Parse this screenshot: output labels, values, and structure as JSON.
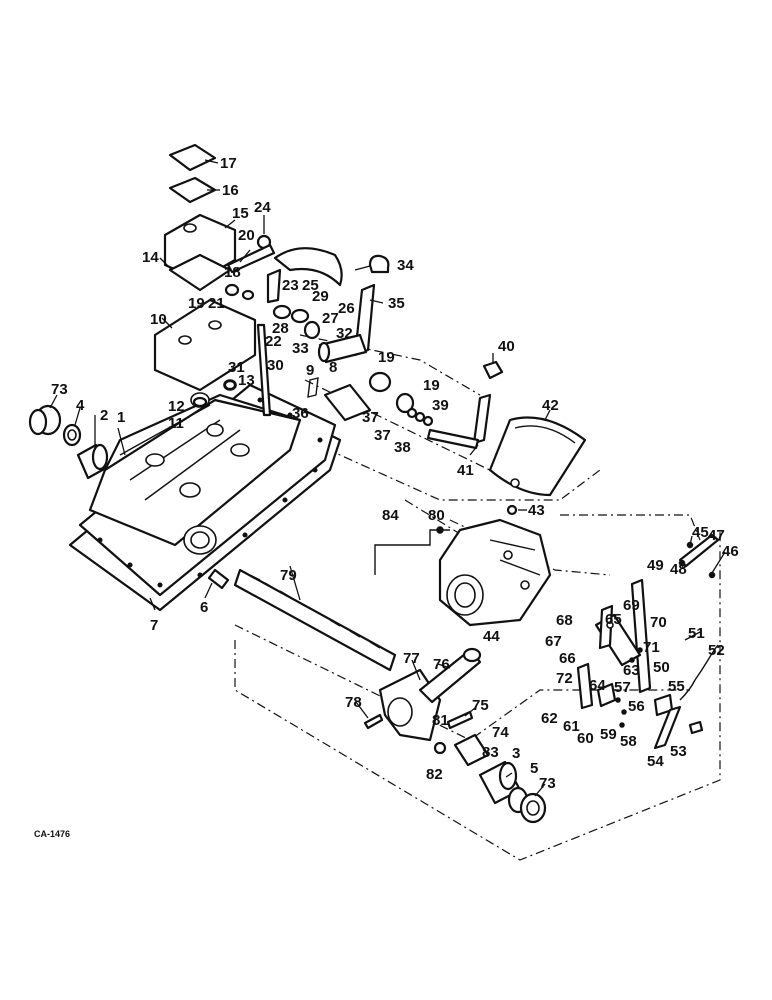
{
  "diagram": {
    "code_label": "CA-1476",
    "callouts": [
      {
        "id": "c1",
        "text": "1"
      },
      {
        "id": "c2",
        "text": "2"
      },
      {
        "id": "c3",
        "text": "3"
      },
      {
        "id": "c4",
        "text": "4"
      },
      {
        "id": "c5",
        "text": "5"
      },
      {
        "id": "c6",
        "text": "6"
      },
      {
        "id": "c7",
        "text": "7"
      },
      {
        "id": "c8",
        "text": "8"
      },
      {
        "id": "c9",
        "text": "9"
      },
      {
        "id": "c10",
        "text": "10"
      },
      {
        "id": "c11",
        "text": "11"
      },
      {
        "id": "c12",
        "text": "12"
      },
      {
        "id": "c13",
        "text": "13"
      },
      {
        "id": "c14",
        "text": "14"
      },
      {
        "id": "c15",
        "text": "15"
      },
      {
        "id": "c16",
        "text": "16"
      },
      {
        "id": "c17",
        "text": "17"
      },
      {
        "id": "c18",
        "text": "18"
      },
      {
        "id": "c19a",
        "text": "19"
      },
      {
        "id": "c19b",
        "text": "19"
      },
      {
        "id": "c19c",
        "text": "19"
      },
      {
        "id": "c20",
        "text": "20"
      },
      {
        "id": "c21",
        "text": "21"
      },
      {
        "id": "c22",
        "text": "22"
      },
      {
        "id": "c23",
        "text": "23"
      },
      {
        "id": "c24",
        "text": "24"
      },
      {
        "id": "c25",
        "text": "25"
      },
      {
        "id": "c26",
        "text": "26"
      },
      {
        "id": "c27",
        "text": "27"
      },
      {
        "id": "c28",
        "text": "28"
      },
      {
        "id": "c29",
        "text": "29"
      },
      {
        "id": "c30",
        "text": "30"
      },
      {
        "id": "c31",
        "text": "31"
      },
      {
        "id": "c32",
        "text": "32"
      },
      {
        "id": "c33",
        "text": "33"
      },
      {
        "id": "c34",
        "text": "34"
      },
      {
        "id": "c35",
        "text": "35"
      },
      {
        "id": "c36",
        "text": "36"
      },
      {
        "id": "c37a",
        "text": "37"
      },
      {
        "id": "c37b",
        "text": "37"
      },
      {
        "id": "c38",
        "text": "38"
      },
      {
        "id": "c39",
        "text": "39"
      },
      {
        "id": "c40",
        "text": "40"
      },
      {
        "id": "c41",
        "text": "41"
      },
      {
        "id": "c42",
        "text": "42"
      },
      {
        "id": "c43",
        "text": "43"
      },
      {
        "id": "c44",
        "text": "44"
      },
      {
        "id": "c45",
        "text": "45"
      },
      {
        "id": "c46",
        "text": "46"
      },
      {
        "id": "c47",
        "text": "47"
      },
      {
        "id": "c48",
        "text": "48"
      },
      {
        "id": "c49",
        "text": "49"
      },
      {
        "id": "c50",
        "text": "50"
      },
      {
        "id": "c51",
        "text": "51"
      },
      {
        "id": "c52",
        "text": "52"
      },
      {
        "id": "c53",
        "text": "53"
      },
      {
        "id": "c54",
        "text": "54"
      },
      {
        "id": "c55",
        "text": "55"
      },
      {
        "id": "c56",
        "text": "56"
      },
      {
        "id": "c57",
        "text": "57"
      },
      {
        "id": "c58",
        "text": "58"
      },
      {
        "id": "c59",
        "text": "59"
      },
      {
        "id": "c60",
        "text": "60"
      },
      {
        "id": "c61",
        "text": "61"
      },
      {
        "id": "c62",
        "text": "62"
      },
      {
        "id": "c63",
        "text": "63"
      },
      {
        "id": "c64",
        "text": "64"
      },
      {
        "id": "c65",
        "text": "65"
      },
      {
        "id": "c66",
        "text": "66"
      },
      {
        "id": "c67",
        "text": "67"
      },
      {
        "id": "c68",
        "text": "68"
      },
      {
        "id": "c69",
        "text": "69"
      },
      {
        "id": "c70",
        "text": "70"
      },
      {
        "id": "c71",
        "text": "71"
      },
      {
        "id": "c72",
        "text": "72"
      },
      {
        "id": "c73a",
        "text": "73"
      },
      {
        "id": "c73b",
        "text": "73"
      },
      {
        "id": "c74",
        "text": "74"
      },
      {
        "id": "c75",
        "text": "75"
      },
      {
        "id": "c76",
        "text": "76"
      },
      {
        "id": "c77",
        "text": "77"
      },
      {
        "id": "c78",
        "text": "78"
      },
      {
        "id": "c79",
        "text": "79"
      },
      {
        "id": "c80",
        "text": "80"
      },
      {
        "id": "c81",
        "text": "81"
      },
      {
        "id": "c82",
        "text": "82"
      },
      {
        "id": "c83",
        "text": "83"
      },
      {
        "id": "c84",
        "text": "84"
      }
    ]
  }
}
